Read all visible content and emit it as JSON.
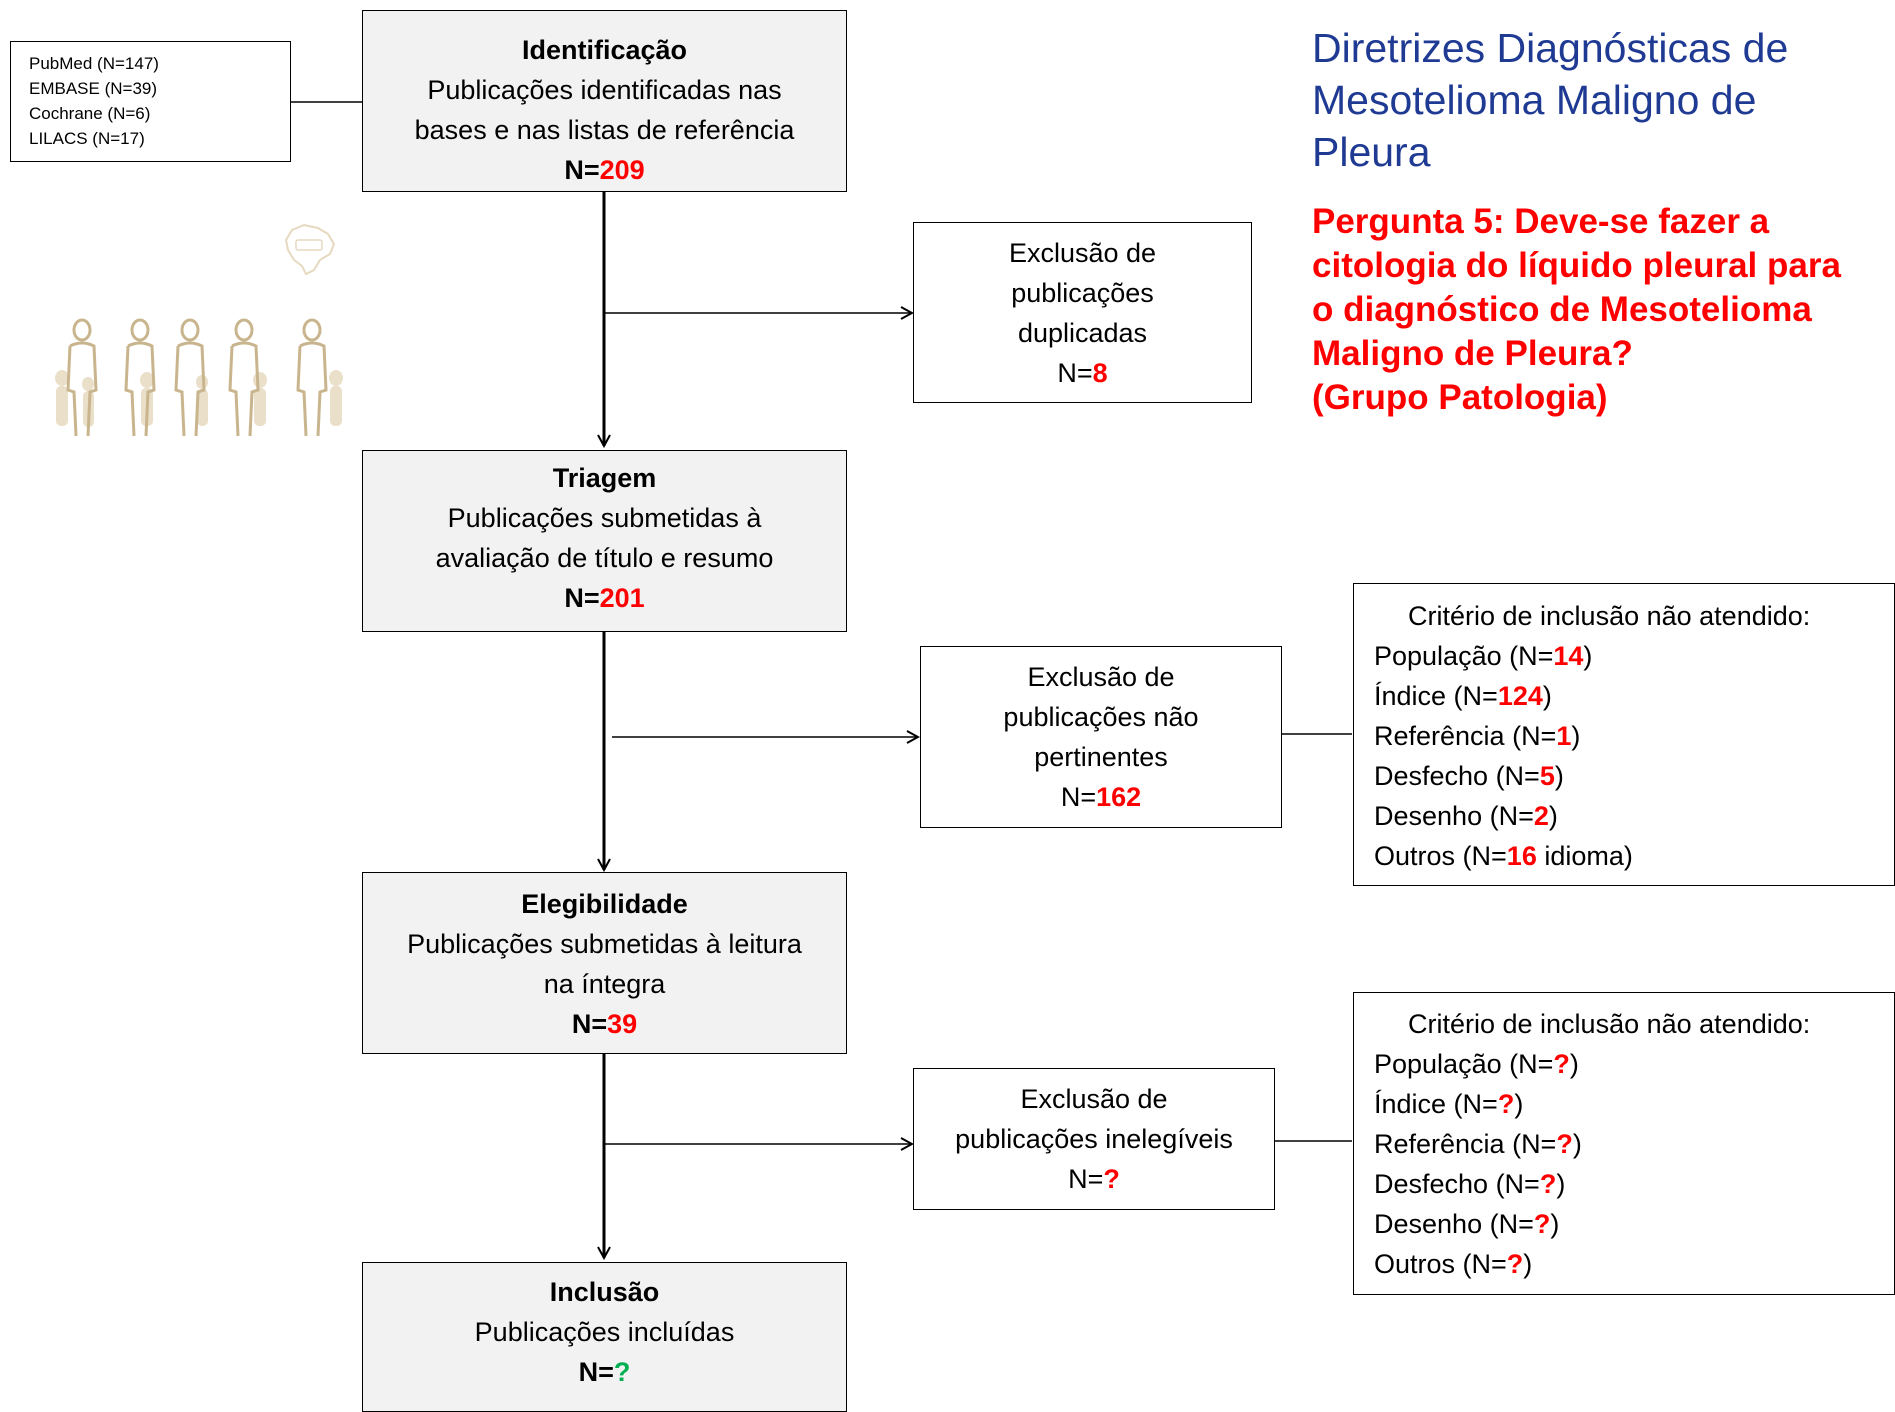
{
  "title": "Diretrizes Diagnósticas de Mesotelioma Maligno de Pleura",
  "question": {
    "line1": "Pergunta 5: Deve-se fazer a",
    "line2": "citologia do líquido  pleural para",
    "line3": "o diagnóstico de Mesotelioma",
    "line4": "Maligno de Pleura?",
    "line5": "(Grupo Patologia)"
  },
  "sources": [
    "PubMed (N=147)",
    "EMBASE (N=39)",
    "Cochrane (N=6)",
    "LILACS (N=17)"
  ],
  "identificacao": {
    "heading": "Identificação",
    "line1": "Publicações identificadas nas",
    "line2": "bases e nas listas de referência",
    "n_prefix": "N=",
    "n_value": "209"
  },
  "exclusao_duplicadas": {
    "line1": "Exclusão de",
    "line2": "publicações",
    "line3": "duplicadas",
    "n_prefix": "N=",
    "n_value": "8"
  },
  "triagem": {
    "heading": "Triagem",
    "line1": "Publicações submetidas à",
    "line2": "avaliação de título e resumo",
    "n_prefix": "N=",
    "n_value": "201"
  },
  "exclusao_nao_pertinentes": {
    "line1": "Exclusão de",
    "line2": "publicações não",
    "line3": "pertinentes",
    "n_prefix": "N=",
    "n_value": "162"
  },
  "criterio1": {
    "title": "Critério de inclusão não atendido:",
    "items": [
      {
        "label": "População (N=",
        "value": "14",
        "suffix": ")"
      },
      {
        "label": "Índice (N=",
        "value": "124",
        "suffix": ")"
      },
      {
        "label": "Referência (N=",
        "value": "1",
        "suffix": ")"
      },
      {
        "label": "Desfecho (N=",
        "value": "5",
        "suffix": ")"
      },
      {
        "label": "Desenho (N=",
        "value": "2",
        "suffix": ")"
      },
      {
        "label": "Outros (N=",
        "value": "16",
        "suffix": " idioma)"
      }
    ]
  },
  "elegibilidade": {
    "heading": "Elegibilidade",
    "line1": "Publicações submetidas à leitura",
    "line2": "na íntegra",
    "n_prefix": "N=",
    "n_value": "39"
  },
  "exclusao_inelegiveis": {
    "line1": "Exclusão de",
    "line2": "publicações inelegíveis",
    "n_prefix": "N=",
    "n_value": "?"
  },
  "criterio2": {
    "title": "Critério de inclusão não atendido:",
    "items": [
      {
        "label": "População (N=",
        "value": "?",
        "suffix": ")"
      },
      {
        "label": "Índice (N=",
        "value": "?",
        "suffix": ")"
      },
      {
        "label": "Referência (N=",
        "value": "?",
        "suffix": ")"
      },
      {
        "label": "Desfecho (N=",
        "value": "?",
        "suffix": ")"
      },
      {
        "label": "Desenho (N=",
        "value": "?",
        "suffix": ")"
      },
      {
        "label": "Outros (N=",
        "value": "?",
        "suffix": ")"
      }
    ]
  },
  "inclusao": {
    "heading": "Inclusão",
    "line1": "Publicações incluídas",
    "n_prefix": "N=",
    "n_value": "?"
  },
  "colors": {
    "highlight": "#ff0000",
    "final_value": "#00b050",
    "stage_fill": "#f2f2f2",
    "title_text": "#1f3a93"
  }
}
